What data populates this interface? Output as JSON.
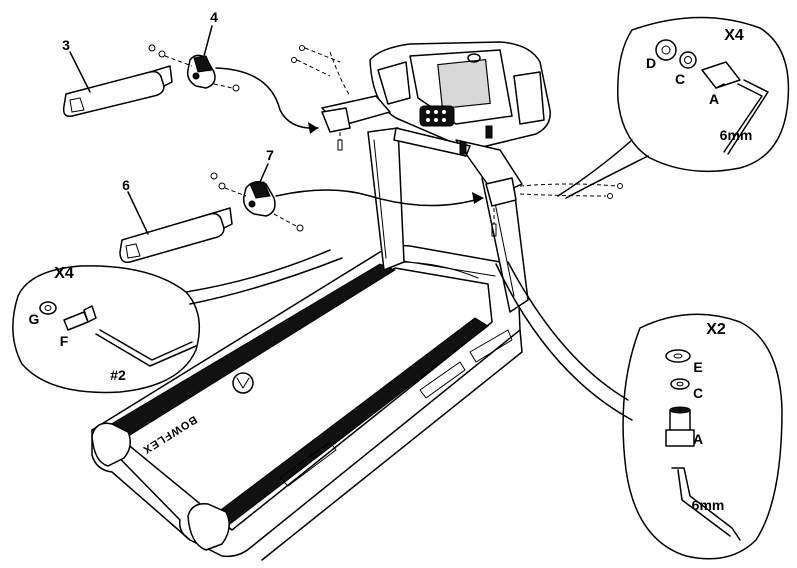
{
  "callouts": {
    "handle_right": "3",
    "end_cap_right": "4",
    "handle_left": "6",
    "end_cap_left": "7"
  },
  "detail_top_right": {
    "quantity": "X4",
    "parts": {
      "d": "D",
      "c": "C",
      "a": "A"
    },
    "tool": "6mm"
  },
  "detail_left": {
    "quantity": "X4",
    "parts": {
      "g": "G",
      "f": "F"
    },
    "tool": "#2"
  },
  "detail_bottom_right": {
    "quantity": "X2",
    "parts": {
      "e": "E",
      "c": "C",
      "a": "A"
    },
    "tool": "6mm"
  },
  "deck_brand": "BOWFLEX"
}
